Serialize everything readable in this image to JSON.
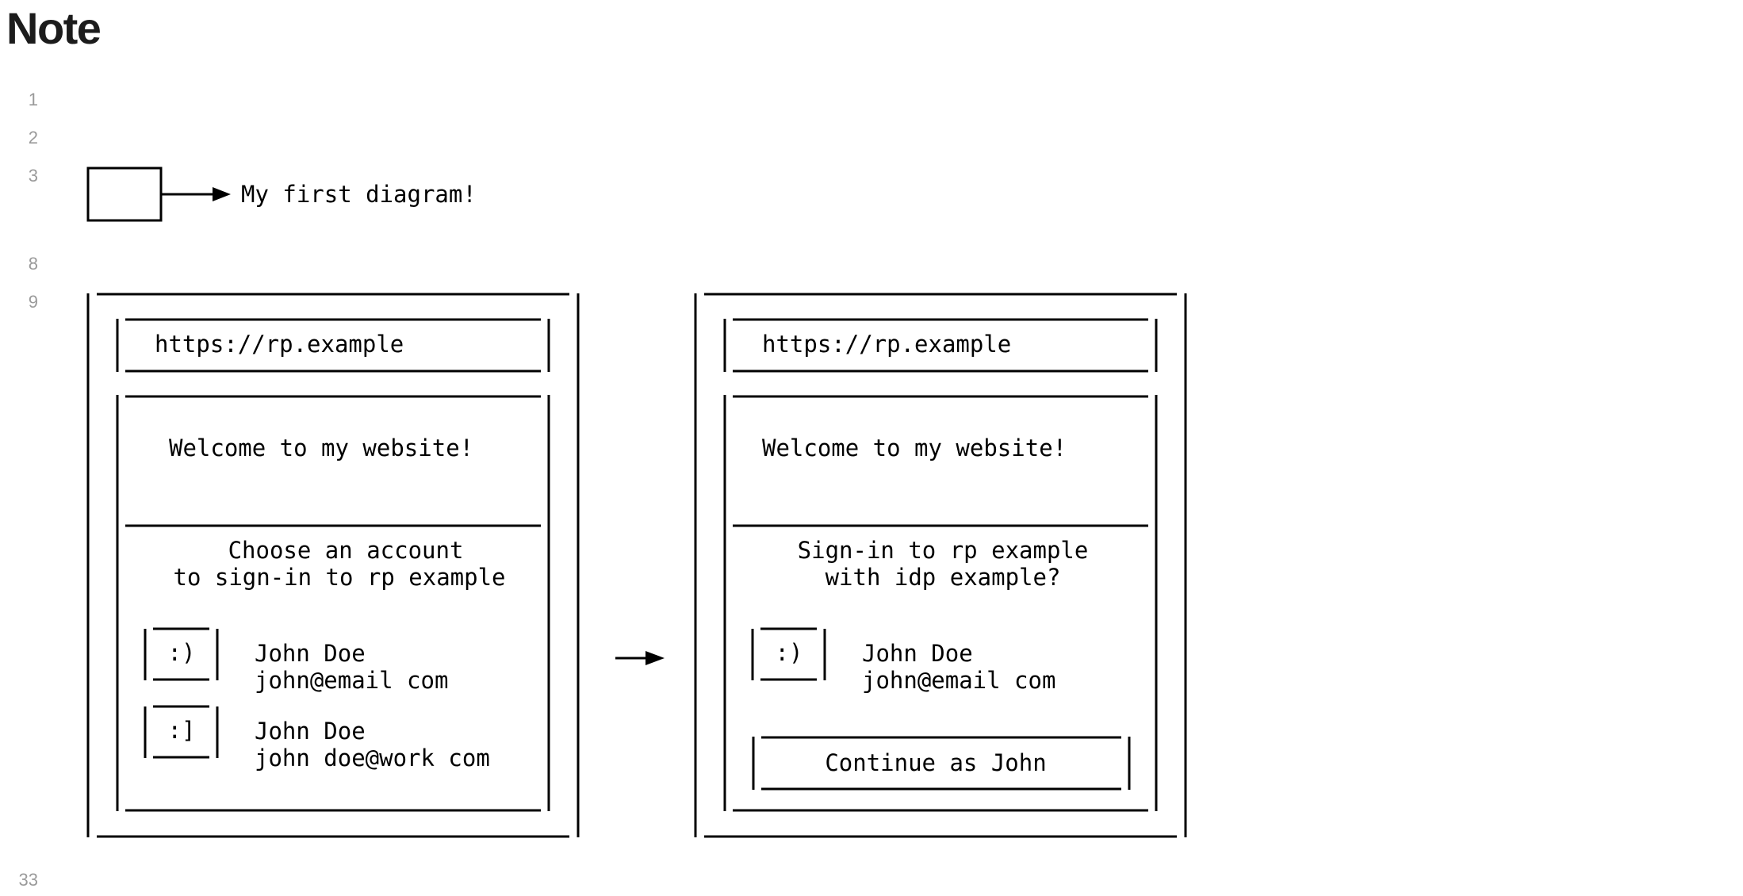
{
  "title": "Note",
  "line_numbers": [
    "1",
    "2",
    "3",
    "8",
    "9",
    "33"
  ],
  "first_diagram": {
    "caption": "My first diagram!"
  },
  "left_panel": {
    "url": "https://rp.example",
    "welcome": "Welcome to my website!",
    "prompt_line1": "Choose an account",
    "prompt_line2": "to sign-in to rp example",
    "accounts": [
      {
        "avatar": ":)",
        "name": "John Doe",
        "email": "john@email com"
      },
      {
        "avatar": ":]",
        "name": "John Doe",
        "email": "john doe@work com"
      }
    ]
  },
  "right_panel": {
    "url": "https://rp.example",
    "welcome": "Welcome to my website!",
    "prompt_line1": "Sign-in to rp example",
    "prompt_line2": "with idp example?",
    "account": {
      "avatar": ":)",
      "name": "John Doe",
      "email": "john@email com"
    },
    "continue_label": "Continue as John"
  }
}
